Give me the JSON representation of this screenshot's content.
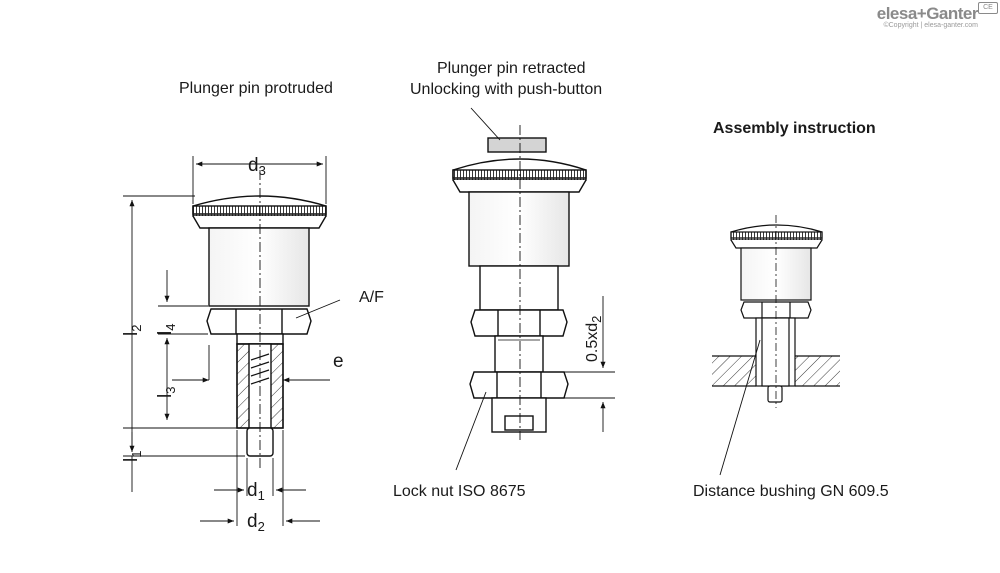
{
  "views": {
    "protruded": {
      "title": "Plunger pin protruded"
    },
    "retracted": {
      "title_line1": "Plunger pin retracted",
      "title_line2": "Unlocking with push-button"
    },
    "assembly": {
      "title": "Assembly instruction"
    }
  },
  "dimensions": {
    "d3": "d",
    "d3_sub": "3",
    "d1": "d",
    "d1_sub": "1",
    "d2": "d",
    "d2_sub": "2",
    "l1": "l",
    "l1_sub": "1",
    "l2": "l",
    "l2_sub": "2",
    "l3": "l",
    "l3_sub": "3",
    "l4": "l",
    "l4_sub": "4",
    "af": "A/F",
    "e": "e",
    "half_d2": "0.5xd",
    "half_d2_sub": "2"
  },
  "callouts": {
    "lock_nut": "Lock nut ISO 8675",
    "bushing": "Distance bushing GN 609.5"
  },
  "logo": {
    "name": "elesa+Ganter",
    "copyright": "©Copyright | elesa-ganter.com",
    "mark": "CE"
  }
}
